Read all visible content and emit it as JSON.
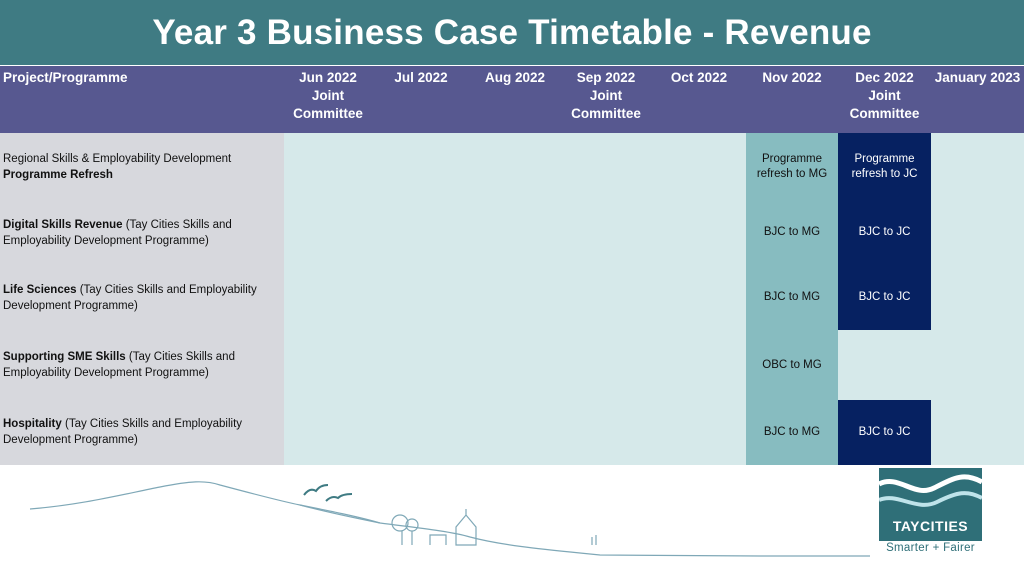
{
  "title": "Year 3 Business Case Timetable - Revenue",
  "columns": {
    "project": "Project/Programme",
    "months": [
      {
        "line1": "Jun 2022",
        "line2": "Joint",
        "line3": "Committee"
      },
      {
        "line1": "Jul 2022",
        "line2": "",
        "line3": ""
      },
      {
        "line1": "Aug 2022",
        "line2": "",
        "line3": ""
      },
      {
        "line1": "Sep 2022",
        "line2": "Joint",
        "line3": "Committee"
      },
      {
        "line1": "Oct 2022",
        "line2": "",
        "line3": ""
      },
      {
        "line1": "Nov 2022",
        "line2": "",
        "line3": ""
      },
      {
        "line1": "Dec 2022",
        "line2": "Joint",
        "line3": "Committee"
      },
      {
        "line1": "January 2023",
        "line2": "",
        "line3": ""
      }
    ]
  },
  "rows": [
    {
      "name_plain": "Regional Skills & Employability Development",
      "name_bold": "Programme Refresh",
      "nov": "Programme refresh to MG",
      "dec": "Programme refresh to JC"
    },
    {
      "name_bold": "Digital Skills Revenue",
      "name_plain": " (Tay Cities Skills and Employability Development Programme)",
      "nov": "BJC to MG",
      "dec": "BJC to JC"
    },
    {
      "name_bold": "Life Sciences",
      "name_plain": " (Tay Cities Skills and Employability Development Programme)",
      "nov": "BJC to MG",
      "dec": "BJC to JC"
    },
    {
      "name_bold": "Supporting SME Skills",
      "name_plain": " (Tay Cities Skills and Employability Development Programme)",
      "nov": "OBC to MG",
      "dec": ""
    },
    {
      "name_bold": "Hospitality",
      "name_plain": " (Tay Cities Skills and Employability Development Programme)",
      "nov": "BJC to MG",
      "dec": "BJC to JC"
    }
  ],
  "logo": {
    "name": "TAYCITIES",
    "tagline": "Smarter + Fairer"
  },
  "colors": {
    "title_bg": "#3f7b83",
    "header_bg": "#575890",
    "cell_bg": "#d6e9ea",
    "mg_bg": "#87bcc0",
    "jc_bg": "#062161"
  }
}
